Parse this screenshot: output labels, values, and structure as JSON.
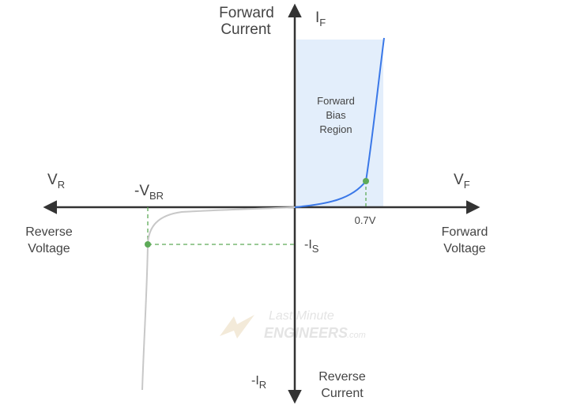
{
  "labels": {
    "forward_current": [
      "Forward",
      "Current"
    ],
    "i_f_main": "I",
    "i_f_sub": "F",
    "v_r_main": "V",
    "v_r_sub": "R",
    "v_f_main": "V",
    "v_f_sub": "F",
    "neg_vbr_main": "-V",
    "neg_vbr_sub": "BR",
    "forward_bias_region": [
      "Forward",
      "Bias",
      "Region"
    ],
    "reverse_voltage": [
      "Reverse",
      "Voltage"
    ],
    "forward_voltage": [
      "Forward",
      "Voltage"
    ],
    "threshold": "0.7V",
    "neg_is_main": "-I",
    "neg_is_sub": "S",
    "neg_ir_main": "-I",
    "neg_ir_sub": "R",
    "reverse_current": [
      "Reverse",
      "Current"
    ]
  },
  "watermark": {
    "line1": "Last Minute",
    "line2": "ENGINEERS",
    "suffix": ".com"
  },
  "colors": {
    "axis": "#333333",
    "forward_curve": "#3a78e8",
    "reverse_curve": "#c8c8c8",
    "region_fill": "#e3eefb",
    "marker": "#5daa58",
    "guide": "#5daa58"
  }
}
